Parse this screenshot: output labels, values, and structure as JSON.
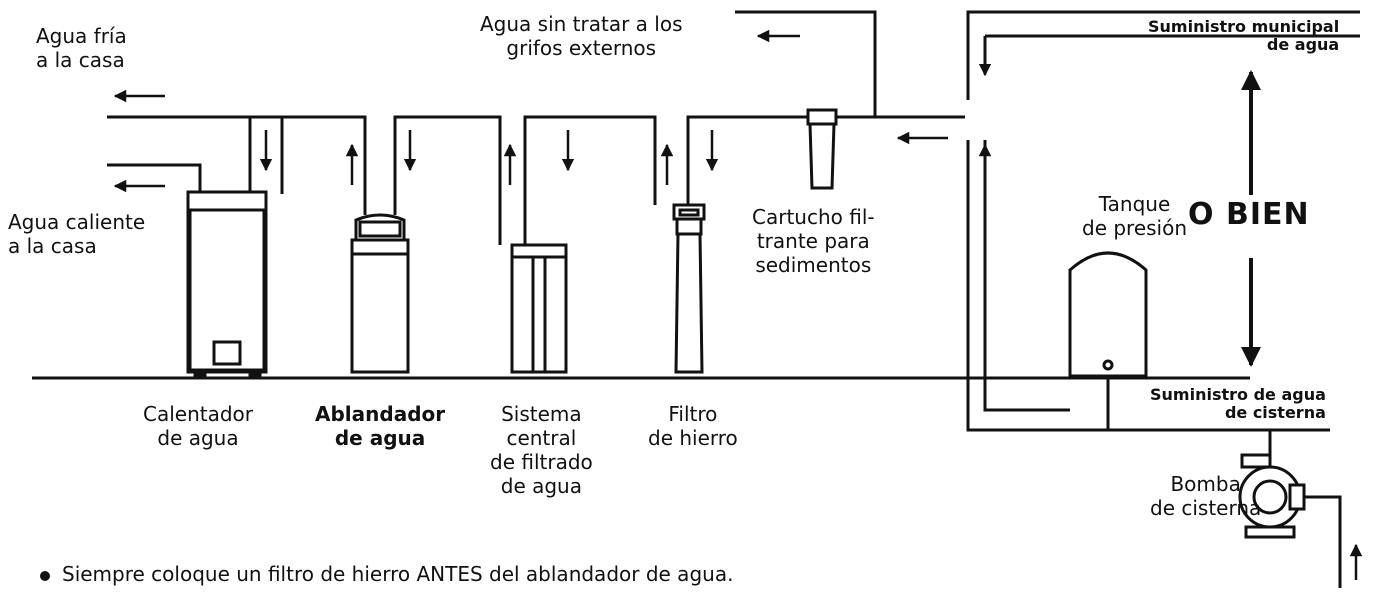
{
  "labels": {
    "cold_water": "Agua fría\na la casa",
    "hot_water": "Agua caliente\na la casa",
    "untreated": "Agua sin tratar a los\ngrifos externos",
    "municipal": "Suministro municipal\nde agua",
    "sediment": "Cartucho fil-\ntrante para\nsedimentos",
    "pressure_tank": "Tanque\nde presión",
    "either": "O BIEN",
    "heater": "Calentador\nde agua",
    "softener": "Ablandador\nde agua",
    "central": "Sistema\ncentral\nde filtrado\nde agua",
    "iron": "Filtro\nde hierro",
    "well_supply": "Suministro de agua\nde cisterna",
    "well_pump": "Bomba\nde cisterna"
  },
  "note": "Siempre coloque un filtro de hierro ANTES del ablandador de agua."
}
